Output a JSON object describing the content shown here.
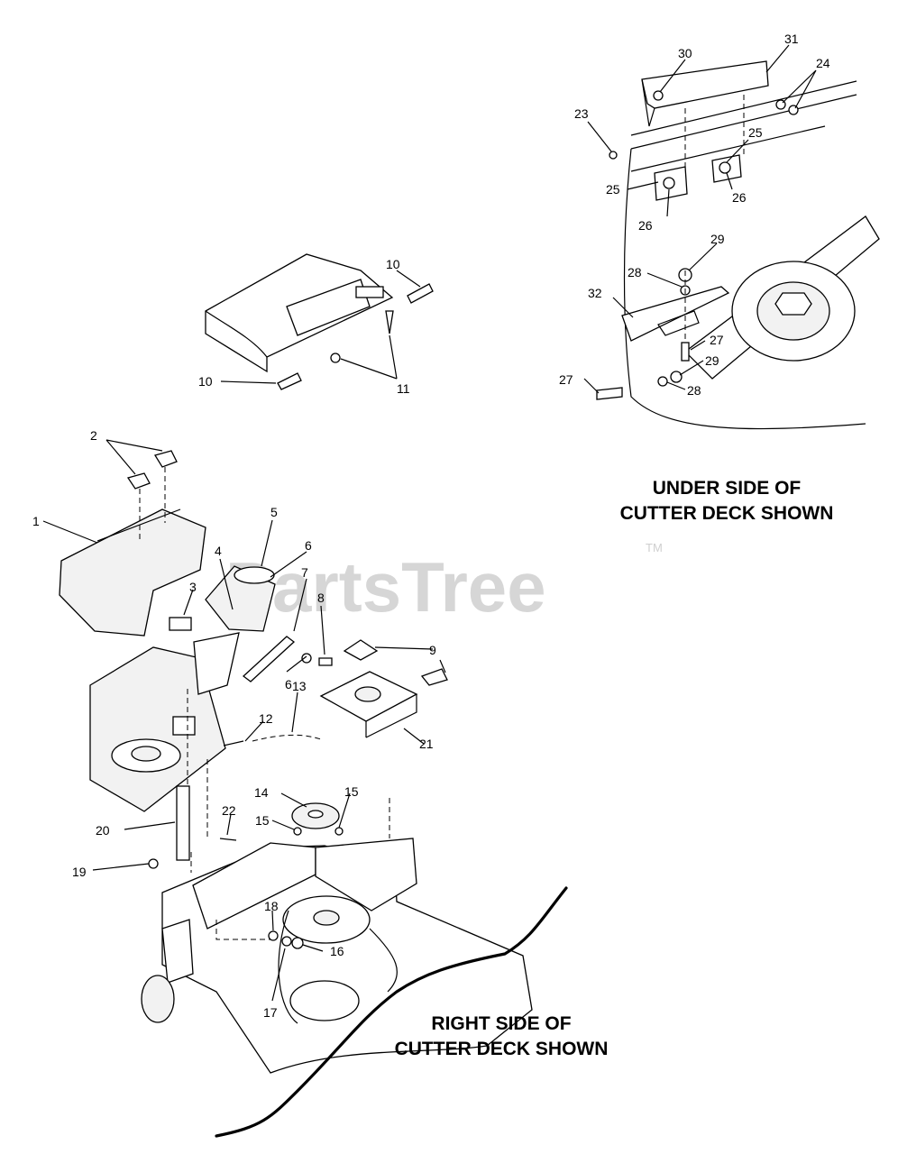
{
  "watermark": {
    "text": "PartsTree",
    "trademark": "TM"
  },
  "captions": {
    "underside_line1": "UNDER SIDE OF",
    "underside_line2": "CUTTER DECK SHOWN",
    "rightside_line1": "RIGHT SIDE OF",
    "rightside_line2": "CUTTER DECK SHOWN"
  },
  "callouts": [
    "30",
    "31",
    "24",
    "23",
    "25",
    "25",
    "26",
    "26",
    "29",
    "28",
    "32",
    "27",
    "29",
    "27",
    "28",
    "10",
    "10",
    "11",
    "2",
    "1",
    "5",
    "6",
    "4",
    "3",
    "7",
    "8",
    "9",
    "6",
    "12",
    "13",
    "21",
    "14",
    "15",
    "15",
    "20",
    "22",
    "19",
    "18",
    "16",
    "17"
  ]
}
